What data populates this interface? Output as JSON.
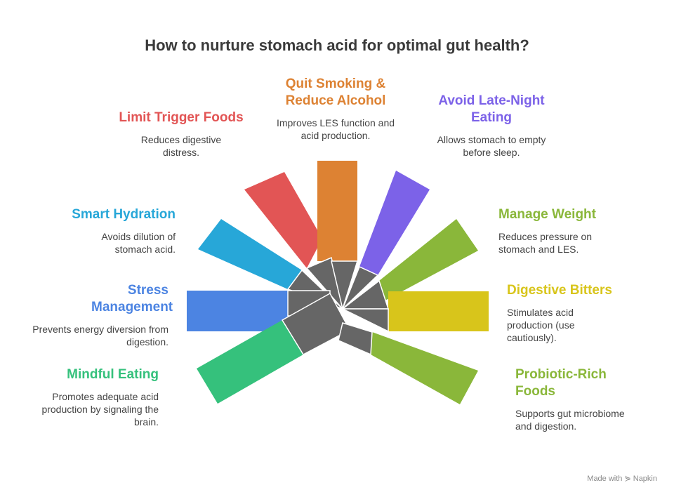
{
  "title": "How to nurture stomach acid for optimal gut health?",
  "footer": "Made with ⋟ Napkin",
  "items": [
    {
      "heading": "Limit Trigger Foods",
      "desc": "Reduces digestive distress.",
      "color": "#E25555"
    },
    {
      "heading": "Quit Smoking & Reduce Alcohol",
      "desc": "Improves LES function and acid production.",
      "color": "#DD8233"
    },
    {
      "heading": "Avoid Late-Night Eating",
      "desc": "Allows stomach to empty before sleep.",
      "color": "#7C62E8"
    },
    {
      "heading": "Smart Hydration",
      "desc": "Avoids dilution of stomach acid.",
      "color": "#27A7D8"
    },
    {
      "heading": "Manage Weight",
      "desc": "Reduces pressure on stomach and LES.",
      "color": "#8AB73A"
    },
    {
      "heading": "Stress Management",
      "desc": "Prevents energy diversion from digestion.",
      "color": "#4C84E2"
    },
    {
      "heading": "Digestive Bitters",
      "desc": "Stimulates acid production (use cautiously).",
      "color": "#D8C51B"
    },
    {
      "heading": "Mindful Eating",
      "desc": "Promotes adequate acid production by signaling the brain.",
      "color": "#35C17C"
    },
    {
      "heading": "Probiotic-Rich Foods",
      "desc": "Supports gut microbiome and digestion.",
      "color": "#8AB73A"
    }
  ]
}
